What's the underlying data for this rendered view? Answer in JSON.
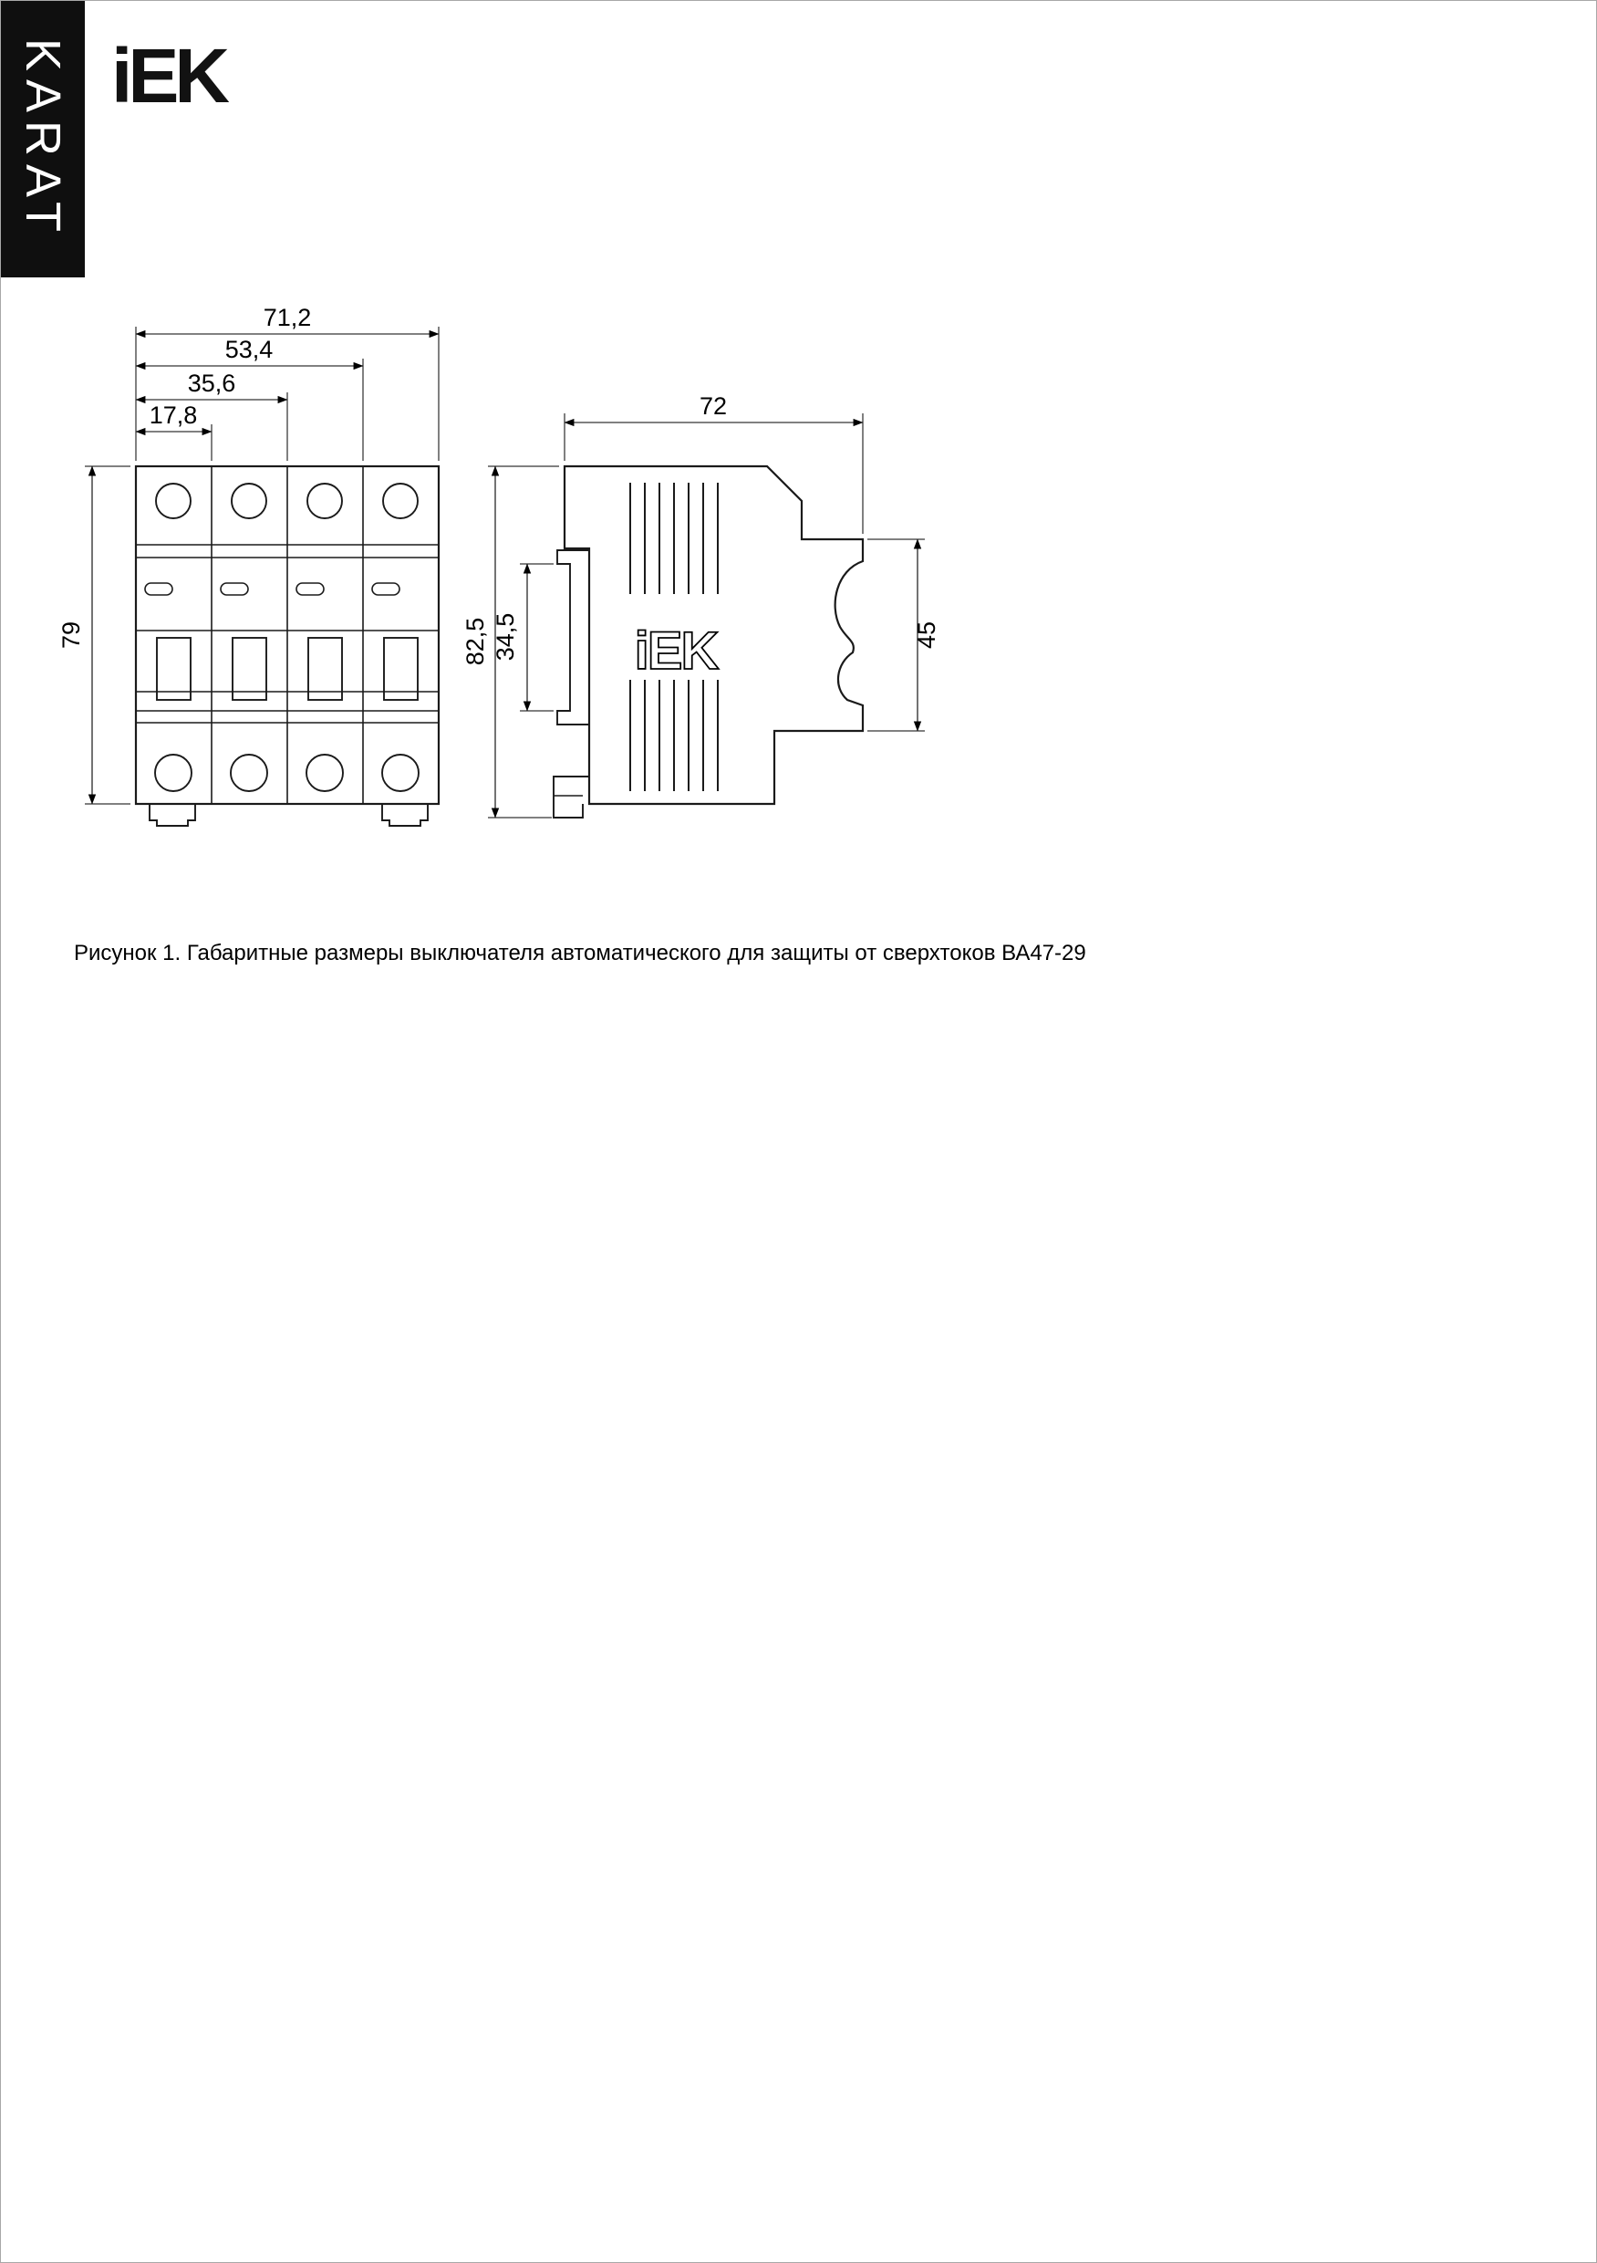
{
  "branding": {
    "sidebar_label": "KARAT",
    "logo_text": "iEK"
  },
  "figure": {
    "caption": "Рисунок 1. Габаритные размеры выключателя автоматического для защиты от сверхтоков ВА47-29",
    "front_view": {
      "dim_total_width": "71,2",
      "dim_three_modules": "53,4",
      "dim_two_modules": "35,6",
      "dim_one_module": "17,8",
      "dim_height": "79"
    },
    "side_view": {
      "dim_depth": "72",
      "dim_total_height": "82,5",
      "dim_din_rail": "34,5",
      "dim_front_face": "45",
      "logo_text": "iEK"
    }
  }
}
